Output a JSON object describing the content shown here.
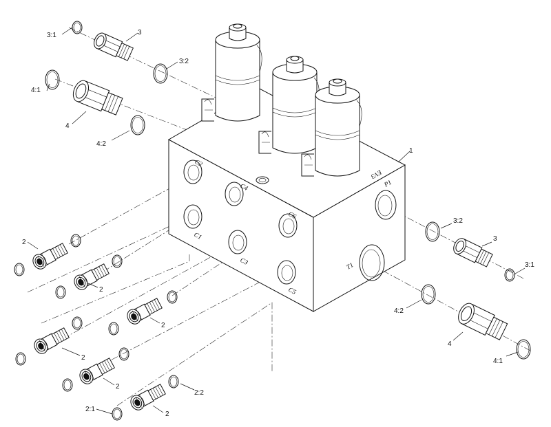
{
  "diagram": {
    "callouts": {
      "manifold": "1",
      "fitting_small": "2",
      "fitting_medium": "3",
      "fitting_large": "4",
      "oring_2_1": "2:1",
      "oring_2_2": "2:2",
      "oring_3_1": "3:1",
      "oring_3_2": "3:2",
      "oring_4_1": "4:1",
      "oring_4_2": "4:2"
    },
    "ports": {
      "c1": "C1",
      "c2": "C2",
      "c3": "C3",
      "c4": "C4",
      "c5": "C5",
      "c6": "C6",
      "p1": "P1",
      "t1": "T1"
    },
    "manifold_stamp": "EV3"
  }
}
